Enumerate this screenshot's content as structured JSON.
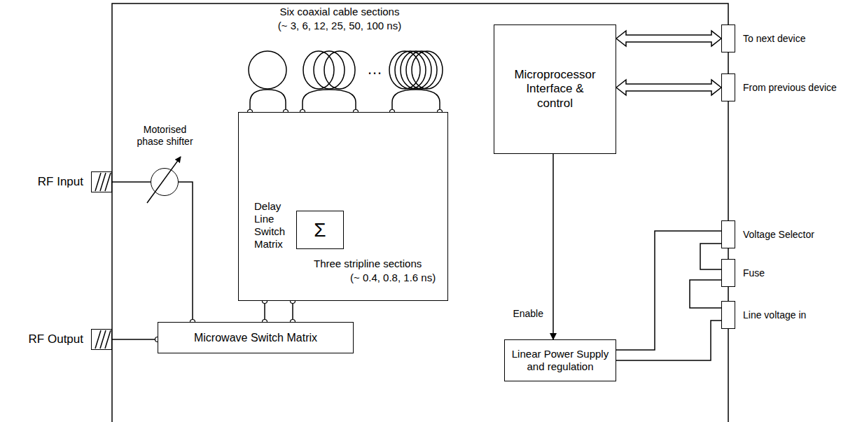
{
  "diagram": {
    "nodes": [
      {
        "text": [
          "Delay Line Switch Matrix"
        ]
      },
      {
        "text": [
          "Σ"
        ],
        "in": 0
      },
      {
        "text": [
          "Microprocessor Interface & control"
        ]
      },
      {
        "text": [
          "To next device"
        ]
      },
      {
        "text": [
          "From previous device"
        ]
      },
      {
        "text": [
          "Motorised phase shifter"
        ]
      },
      {
        "text": [
          "RF Input"
        ]
      },
      {
        "text": [
          "RF Output"
        ]
      },
      {
        "text": [
          "Microwave Switch Matrix"
        ]
      },
      {
        "text": [
          "Linear Power Supply and regulation"
        ]
      },
      {
        "text": [
          "Voltage Selector"
        ]
      },
      {
        "text": [
          "Fuse"
        ]
      },
      {
        "text": [
          "Line voltage in"
        ]
      }
    ],
    "edges": [
      {
        "from": 6,
        "to": 5,
        "arrow": "none"
      },
      {
        "from": 5,
        "to": 8,
        "arrow": "none"
      },
      {
        "from": 0,
        "to": 8,
        "arrow": "none"
      },
      {
        "from": 0,
        "to": 8,
        "arrow": "none"
      },
      {
        "from": 8,
        "to": 7,
        "arrow": "none"
      },
      {
        "from": 2,
        "to": 3,
        "arrow": "both"
      },
      {
        "from": 2,
        "to": 4,
        "arrow": "both"
      },
      {
        "from": 2,
        "to": 9,
        "arrow": "to",
        "label": "Enable"
      },
      {
        "from": 9,
        "to": 10,
        "arrow": "none"
      },
      {
        "from": 10,
        "to": 11,
        "arrow": "none"
      },
      {
        "from": 11,
        "to": 12,
        "arrow": "none"
      },
      {
        "from": 9,
        "to": 12,
        "arrow": "none"
      }
    ],
    "labels": [
      "Six coaxial cable sections",
      "(~ 3, 6, 12, 25, 50, 100 ns)",
      "…",
      "Three stripline sections",
      "(~ 0.4, 0.8, 1.6 ns)"
    ]
  }
}
